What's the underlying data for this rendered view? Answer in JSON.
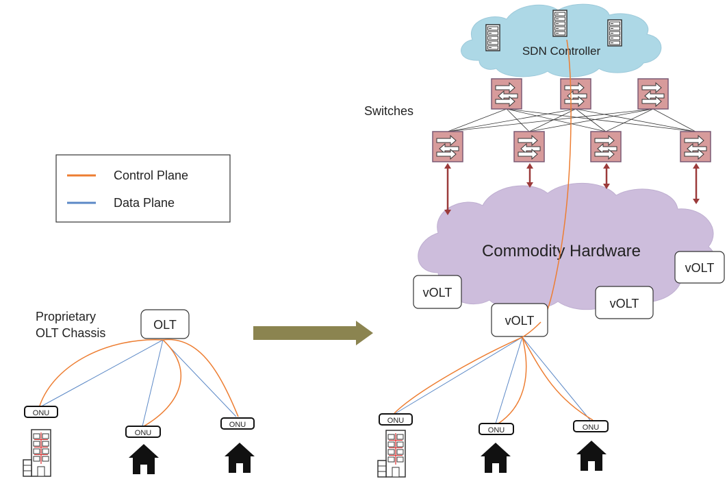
{
  "legend": {
    "items": [
      {
        "label": "Control Plane",
        "color": "#ED7D31"
      },
      {
        "label": "Data Plane",
        "color": "#5B88C6"
      }
    ]
  },
  "left": {
    "chassis_label_line1": "Proprietary",
    "chassis_label_line2": "OLT Chassis",
    "olt_label": "OLT",
    "onu_labels": [
      "ONU",
      "ONU",
      "ONU"
    ]
  },
  "right": {
    "sdn_label": "SDN Controller",
    "switches_label": "Switches",
    "hardware_label": "Commodity Hardware",
    "volt_labels": [
      "vOLT",
      "vOLT",
      "vOLT",
      "vOLT"
    ],
    "onu_labels": [
      "ONU",
      "ONU",
      "ONU"
    ]
  },
  "colors": {
    "control_plane": "#ED7D31",
    "data_plane": "#5B88C6",
    "cloud_top": "#ADD8E6",
    "cloud_hardware": "#CDBDDC",
    "switch_fill": "#D79B9B",
    "arrow_main": "#8B8450",
    "arrow_link": "#9B3A3A"
  }
}
